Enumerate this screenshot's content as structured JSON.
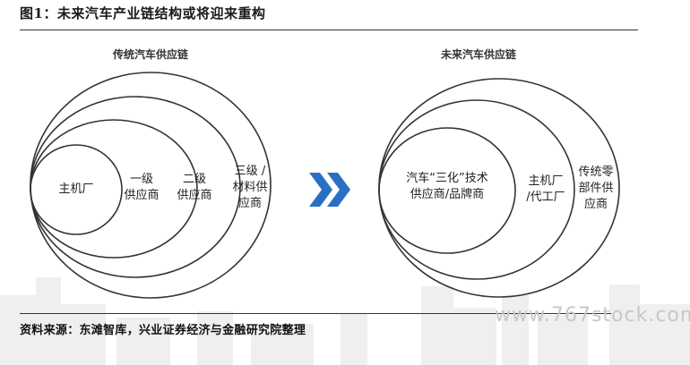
{
  "figure": {
    "title": "图1：未来汽车产业链结构或将迎来重构",
    "source": "资料来源：东滩智库，兴业证券经济与金融研究院整理",
    "watermark": "www.767stock.com"
  },
  "left_panel": {
    "title": "传统汽车供应链",
    "rings": [
      {
        "label": "主机厂"
      },
      {
        "label": "一级\n供应商"
      },
      {
        "label": "二级\n供应商"
      },
      {
        "label": "三级 /\n材料供\n应商"
      }
    ]
  },
  "right_panel": {
    "title": "未来汽车供应链",
    "rings": [
      {
        "label": "汽车“三化”技术\n供应商/品牌商"
      },
      {
        "label": "主机厂\n/代工厂"
      },
      {
        "label": "传统零\n部件供\n应商"
      }
    ]
  },
  "colors": {
    "ring_stroke": "#333333",
    "arrow": "#2b6fc4",
    "city_bg": "#ececec"
  },
  "icons": {
    "transition": "double-chevron-right-icon"
  }
}
